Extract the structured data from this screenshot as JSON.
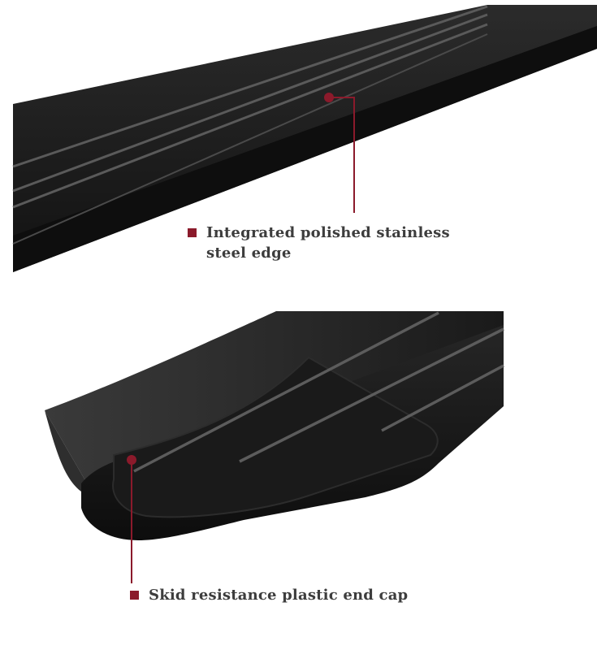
{
  "colors": {
    "accent": "#8b1a2b",
    "text": "#3d3d3d",
    "board": "#1c1c1c"
  },
  "callouts": [
    {
      "id": "edge",
      "text": "Integrated polished stainless steel edge"
    },
    {
      "id": "endcap",
      "text": "Skid resistance plastic end cap"
    }
  ]
}
